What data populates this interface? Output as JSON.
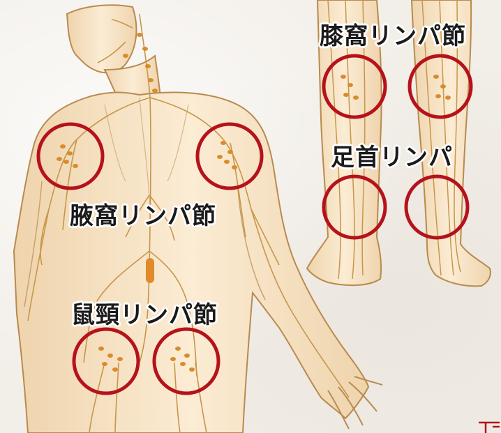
{
  "labels": {
    "axillary": "腋窩リンパ節",
    "inguinal": "鼠頸リンパ節",
    "popliteal": "膝窩リンパ節",
    "ankle": "足首リンパ"
  },
  "colors": {
    "background": "#f2eee8",
    "skin": "#f7e4c6",
    "skin_outline": "#b98a4e",
    "lymph_vessel": "#c8964a",
    "lymph_node": "#d98c2b",
    "highlight_circle": "#b5121b",
    "label_text": "#1b1a1a"
  }
}
